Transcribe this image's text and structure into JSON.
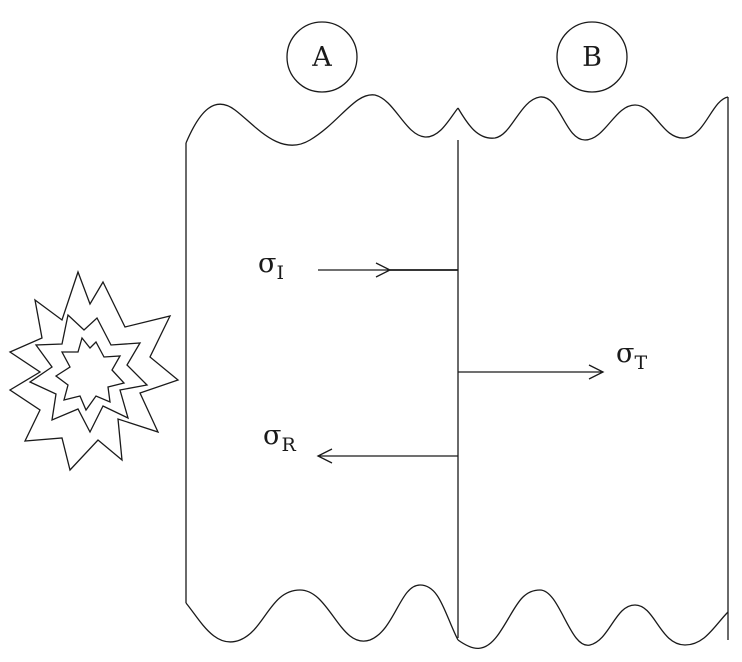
{
  "regions": [
    {
      "id": "A",
      "label": "A"
    },
    {
      "id": "B",
      "label": "B"
    }
  ],
  "waves": {
    "incident": {
      "symbol": "σ",
      "subscript": "I"
    },
    "reflected": {
      "symbol": "σ",
      "subscript": "R"
    },
    "transmitted": {
      "symbol": "σ",
      "subscript": "T"
    }
  },
  "icons": {
    "blast": "explosion-icon"
  }
}
